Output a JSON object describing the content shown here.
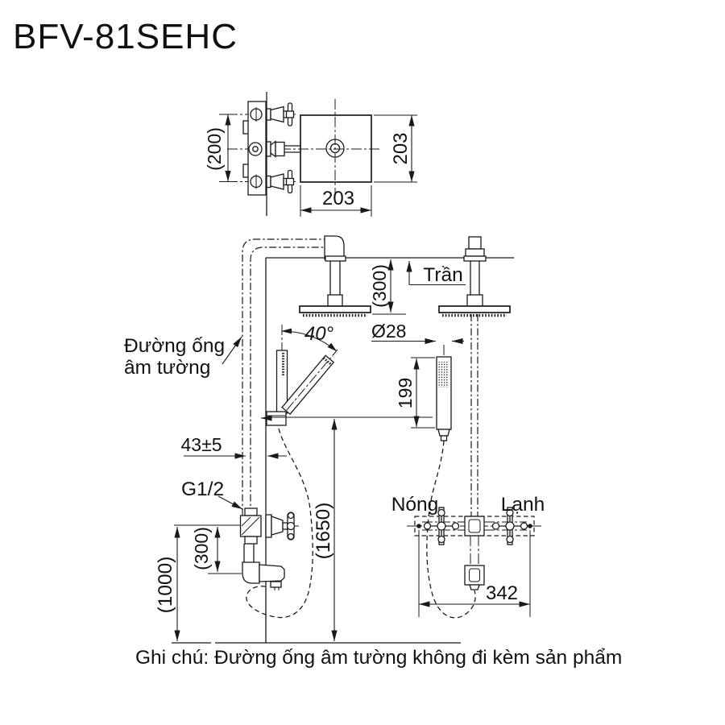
{
  "product_code": "BFV-81SEHC",
  "note": "Ghi chú: Đường ống âm tường không đi kèm sản phẩm",
  "labels": {
    "ceiling": "Trần",
    "concealed_pipe_line1": "Đường ống",
    "concealed_pipe_line2": "âm tường",
    "hot": "Nóng",
    "cold": "Lạnh",
    "thread_size": "G1/2"
  },
  "dimensions": {
    "valve_body_span": "(200)",
    "head_width": "203",
    "head_depth": "203",
    "ceiling_to_head": "(300)",
    "swivel_angle": "40°",
    "handshower_diameter": "Ø28",
    "handshower_length": "199",
    "pipe_center_to_wall": "43±5",
    "valve_to_spout": "(300)",
    "floor_to_valve": "(1000)",
    "floor_to_holder": "(1650)",
    "inlet_center_distance": "342"
  },
  "colors": {
    "line": "#1a1a1a",
    "background": "#ffffff"
  }
}
